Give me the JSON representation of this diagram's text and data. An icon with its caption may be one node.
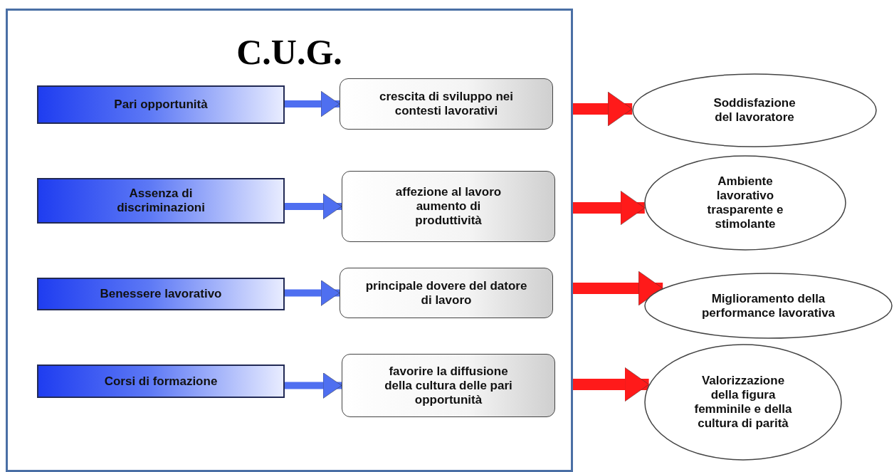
{
  "diagram": {
    "nodes": [
      {
        "text": [
          "C.U.G."
        ]
      },
      {
        "text": [
          "Pari opportunità"
        ],
        "in": 0
      },
      {
        "text": [
          "crescita di sviluppo nei contesti lavorativi"
        ],
        "in": 0
      },
      {
        "text": [
          "Assenza di discriminazioni"
        ],
        "in": 0
      },
      {
        "text": [
          "affezione al lavoro aumento di produttività"
        ],
        "in": 0
      },
      {
        "text": [
          "Benessere lavorativo"
        ],
        "in": 0
      },
      {
        "text": [
          "principale dovere del datore di lavoro"
        ],
        "in": 0
      },
      {
        "text": [
          "Corsi di formazione"
        ],
        "in": 0
      },
      {
        "text": [
          "favorire la diffusione della cultura delle pari opportunità"
        ],
        "in": 0
      },
      {
        "text": [
          "Soddisfazione del lavoratore"
        ]
      },
      {
        "text": [
          "Ambiente lavorativo trasparente e stimolante"
        ]
      },
      {
        "text": [
          "Miglioramento della performance lavorativa"
        ]
      },
      {
        "text": [
          "Valorizzazione della figura femminile e della cultura di parità"
        ]
      }
    ],
    "edges": [
      {
        "from": 1,
        "to": 2,
        "arrow": "to",
        "color": "#4f6ff0"
      },
      {
        "from": 3,
        "to": 4,
        "arrow": "to",
        "color": "#4f6ff0"
      },
      {
        "from": 5,
        "to": 6,
        "arrow": "to",
        "color": "#4f6ff0"
      },
      {
        "from": 7,
        "to": 8,
        "arrow": "to",
        "color": "#4f6ff0"
      },
      {
        "from": 0,
        "to": 9,
        "arrow": "to",
        "color": "#ff1a1a"
      },
      {
        "from": 0,
        "to": 10,
        "arrow": "to",
        "color": "#ff1a1a"
      },
      {
        "from": 0,
        "to": 11,
        "arrow": "to",
        "color": "#ff1a1a"
      },
      {
        "from": 0,
        "to": 12,
        "arrow": "to",
        "color": "#ff1a1a"
      }
    ]
  }
}
